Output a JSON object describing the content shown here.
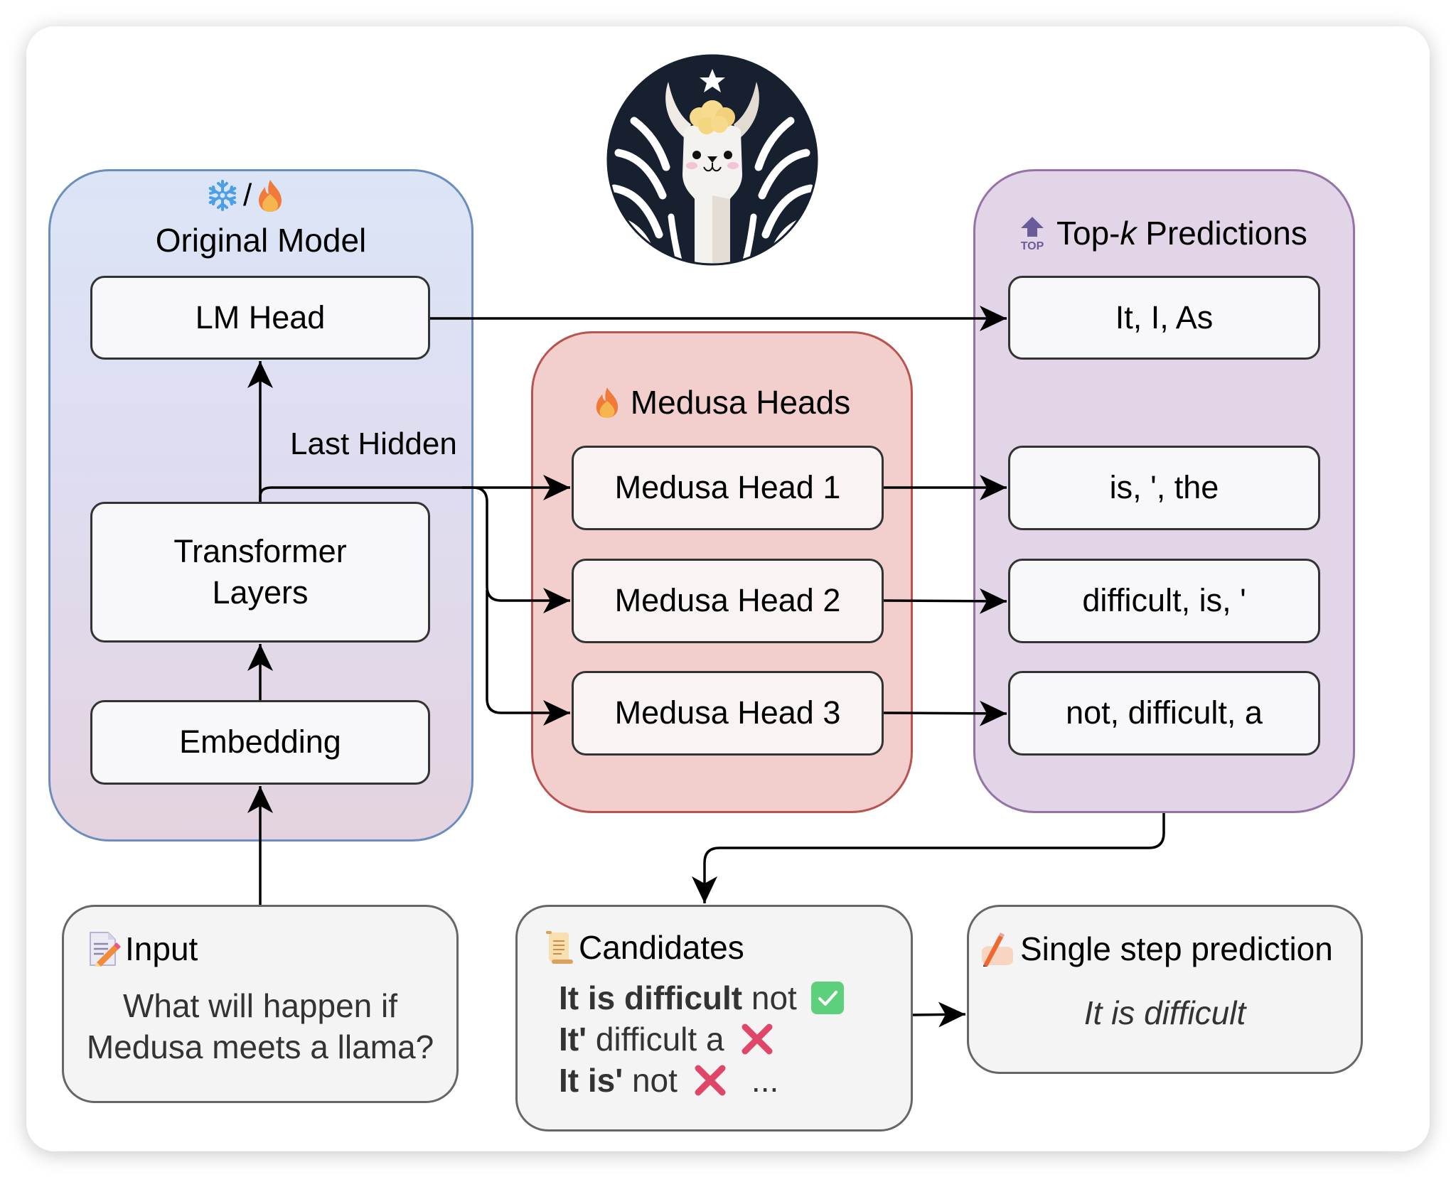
{
  "original_model": {
    "status_icons": [
      "snowflake-icon",
      "fire-icon"
    ],
    "separator": "/",
    "title": "Original Model",
    "lm_head": "LM Head",
    "transformer_layers_line1": "Transformer",
    "transformer_layers_line2": "Layers",
    "embedding": "Embedding",
    "last_hidden_label": "Last Hidden"
  },
  "medusa": {
    "icon": "fire-icon",
    "title": "Medusa Heads",
    "heads": [
      "Medusa Head 1",
      "Medusa Head 2",
      "Medusa Head 3"
    ]
  },
  "topk": {
    "icon": "top-arrow-icon",
    "icon_text": "TOP",
    "title_prefix": "Top-",
    "title_k": "k",
    "title_suffix": " Predictions",
    "predictions": [
      "It, I, As",
      "is, ', the",
      "difficult, is, '",
      "not, difficult, a"
    ]
  },
  "input": {
    "icon": "memo-icon",
    "title": "Input",
    "line1": "What will happen if",
    "line2": "Medusa meets a llama?"
  },
  "candidates": {
    "icon": "scroll-icon",
    "title": "Candidates",
    "rows": [
      {
        "bold": "It is difficult",
        "rest": " not",
        "status": "accepted"
      },
      {
        "bold": "It'",
        "rest": " difficult a",
        "status": "rejected"
      },
      {
        "bold": "It is'",
        "rest": " not",
        "status": "rejected"
      }
    ],
    "ellipsis": "..."
  },
  "single_step": {
    "icon": "writing-hand-icon",
    "title": "Single step prediction",
    "result": "It is difficult"
  },
  "colors": {
    "original_border": "#6c8ebf",
    "medusa_fill": "#f2cfcd",
    "medusa_border": "#b85450",
    "topk_fill": "#e1d5e7",
    "topk_border": "#9673a6",
    "accept": "#5cd07a",
    "reject": "#e0456a",
    "logo_dark": "#16202e"
  }
}
